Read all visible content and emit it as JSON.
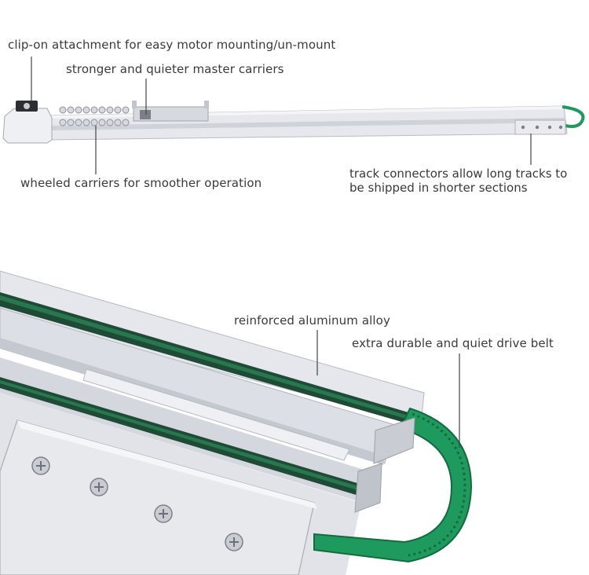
{
  "labels": {
    "clip_on": "clip-on attachment for easy motor mounting/un-mount",
    "master_carriers": "stronger and quieter master carriers",
    "wheeled_carriers": "wheeled carriers for smoother operation",
    "track_connectors_line1": "track connectors allow long tracks to",
    "track_connectors_line2": "be shipped in shorter sections",
    "aluminum": "reinforced aluminum alloy",
    "drive_belt": "extra durable and quiet drive belt"
  },
  "colors": {
    "rail": "#e3e5ea",
    "rail_shadow": "#b9bcc4",
    "belt": "#1f9a5e",
    "belt_dark": "#136b3f",
    "text": "#3a3a3a"
  }
}
